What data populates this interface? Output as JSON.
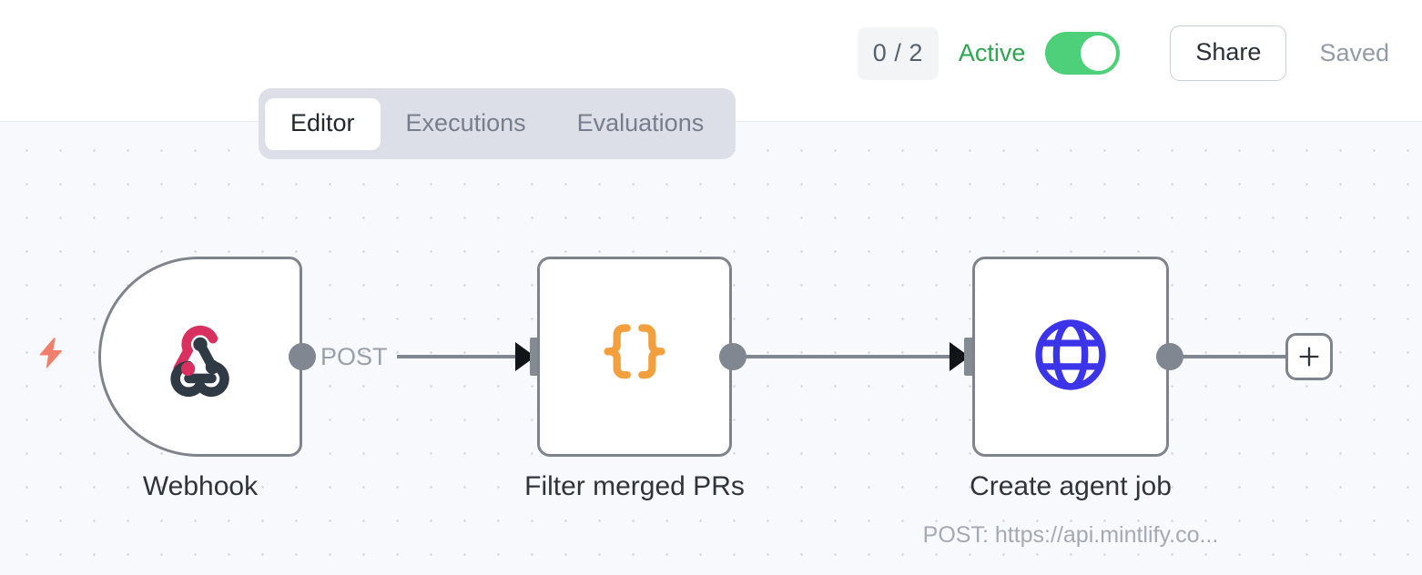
{
  "header": {
    "execution_count": "0 / 2",
    "active_label": "Active",
    "active_toggle_state": "on",
    "share_label": "Share",
    "save_status": "Saved",
    "accent_green": "#4ed07a",
    "active_text_color": "#2ea54f"
  },
  "tabs": {
    "items": [
      {
        "label": "Editor",
        "active": true
      },
      {
        "label": "Executions",
        "active": false
      },
      {
        "label": "Evaluations",
        "active": false
      }
    ]
  },
  "canvas": {
    "background": "#f8f9fc",
    "dot_color": "#c7cbd4",
    "trigger_icon": "lightning-bolt-icon",
    "trigger_icon_color": "#f0806b",
    "nodes": [
      {
        "id": "webhook",
        "label": "Webhook",
        "sublabel": "",
        "icon": "webhook-icon",
        "icon_colors": [
          "#d9315f",
          "#2f3a45"
        ],
        "type": "trigger"
      },
      {
        "id": "filter-merged-prs",
        "label": "Filter merged PRs",
        "sublabel": "",
        "icon": "curly-braces-icon",
        "icon_colors": [
          "#f2a03d"
        ],
        "type": "code"
      },
      {
        "id": "create-agent-job",
        "label": "Create agent job",
        "sublabel": "POST: https://api.mintlify.co...",
        "icon": "globe-icon",
        "icon_colors": [
          "#3b34e8"
        ],
        "type": "http"
      }
    ],
    "edges": [
      {
        "from": "webhook",
        "to": "filter-merged-prs",
        "label": "POST"
      },
      {
        "from": "filter-merged-prs",
        "to": "create-agent-job",
        "label": ""
      },
      {
        "from": "create-agent-job",
        "to": "add-node",
        "label": ""
      }
    ],
    "add_node_label": "+"
  }
}
